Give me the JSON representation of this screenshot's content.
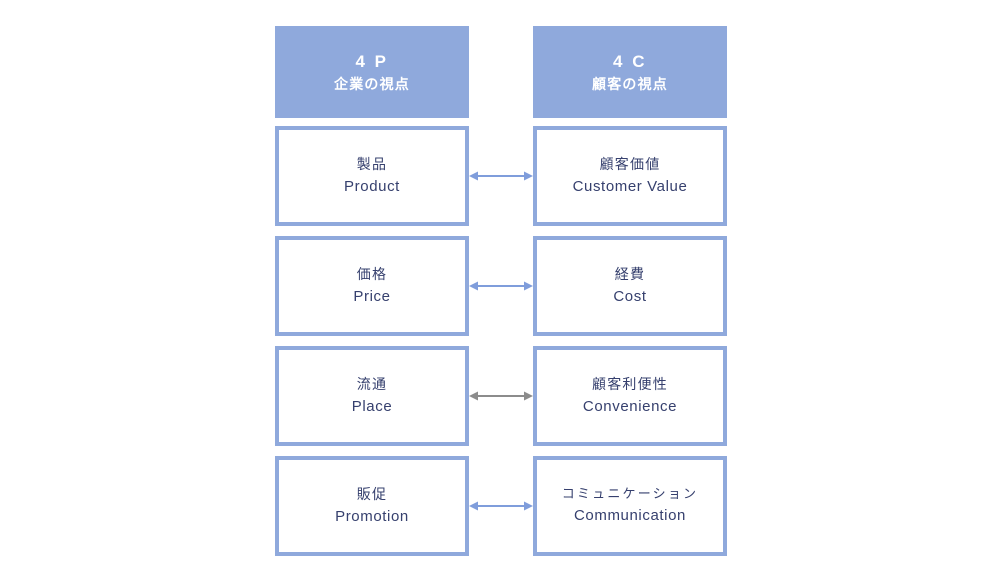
{
  "diagram": {
    "title_alt": "4P / 4C comparison",
    "columns": [
      {
        "key": "4p",
        "header": {
          "line1": "4 P",
          "line2": "企業の視点"
        },
        "items": [
          {
            "jp": "製品",
            "en": "Product"
          },
          {
            "jp": "価格",
            "en": "Price"
          },
          {
            "jp": "流通",
            "en": "Place"
          },
          {
            "jp": "販促",
            "en": "Promotion"
          }
        ]
      },
      {
        "key": "4c",
        "header": {
          "line1": "4 C",
          "line2": "顧客の視点"
        },
        "items": [
          {
            "jp": "顧客価値",
            "en": "Customer Value"
          },
          {
            "jp": "経費",
            "en": "Cost"
          },
          {
            "jp": "顧客利便性",
            "en": "Convenience"
          },
          {
            "jp": "コミュニケーション",
            "en": "Communication"
          }
        ]
      }
    ],
    "connectors": [
      {
        "pair": "Product - Customer Value",
        "color": "#7f9ddb",
        "style": "double-arrow"
      },
      {
        "pair": "Price - Cost",
        "color": "#7f9ddb",
        "style": "double-arrow"
      },
      {
        "pair": "Place - Convenience",
        "color": "#8c8c8c",
        "style": "double-arrow"
      },
      {
        "pair": "Promotion - Communication",
        "color": "#7f9ddb",
        "style": "double-arrow"
      }
    ],
    "colors": {
      "header_fill": "#8fa9dc",
      "box_border": "#8fa9dc",
      "box_fill": "#ffffff",
      "text_dark": "#36406e",
      "text_light": "#ffffff",
      "background": "#ffffff",
      "arrow_blue": "#7f9ddb",
      "arrow_gray": "#8c8c8c"
    }
  }
}
